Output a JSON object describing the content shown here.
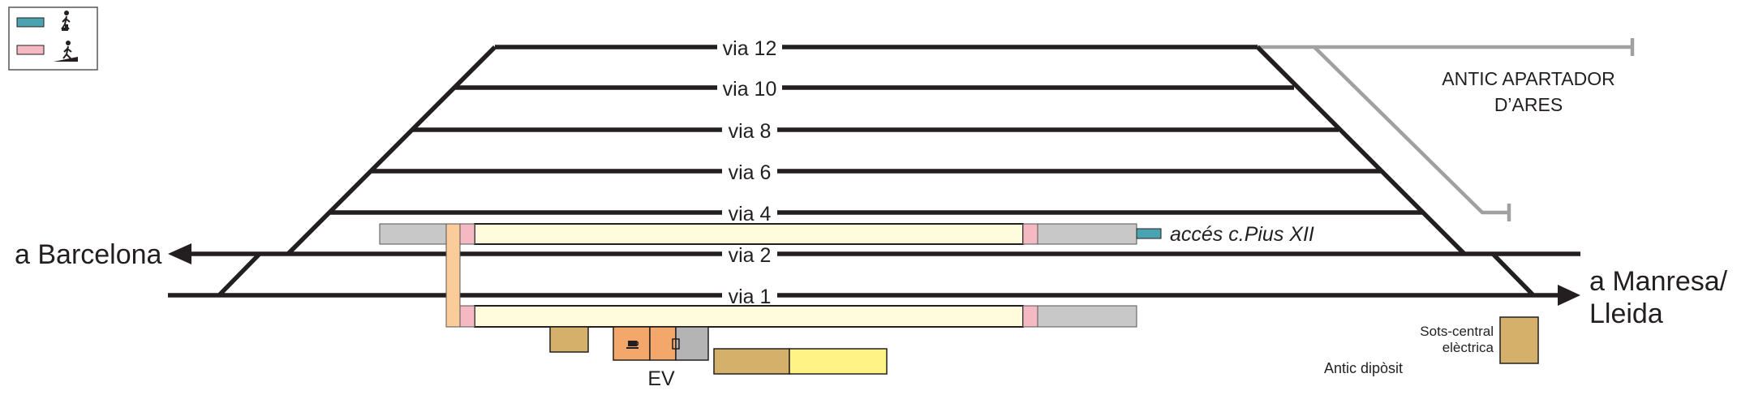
{
  "legend": {
    "items": [
      {
        "icon": "underpass-stairs-icon",
        "color": "#4ba3b0"
      },
      {
        "icon": "underpass-ramp-icon",
        "color": "#f4b9c2"
      }
    ]
  },
  "tracks": {
    "via12": "via 12",
    "via10": "via 10",
    "via8": "via 8",
    "via6": "via 6",
    "via4": "via 4",
    "via2": "via 2",
    "via1": "via 1"
  },
  "places": {
    "siding": [
      "ANTIC APARTADOR",
      "D’ARES"
    ],
    "access": "accés c.Pius XII",
    "to_barcelona": "a Barcelona",
    "to_manresa": [
      "a Manresa/",
      "Lleida"
    ],
    "substation": [
      "Sots-central",
      "elèctrica"
    ],
    "depot": "Antic dipòsit",
    "station_building": "EV"
  },
  "colors": {
    "track": "#231f20",
    "siding": "#a0a0a0",
    "platform": "#fffbdc",
    "platform_ext": "#c8c8c8",
    "underpass_stairs": "#4ba3b0",
    "underpass_ramp": "#f4b9c2",
    "crossing": "#f9cc9a",
    "building_brown": "#d4b06a",
    "building_orange": "#f3a76b",
    "building_yellow": "#fff385",
    "building_grey": "#b4b4b4"
  }
}
